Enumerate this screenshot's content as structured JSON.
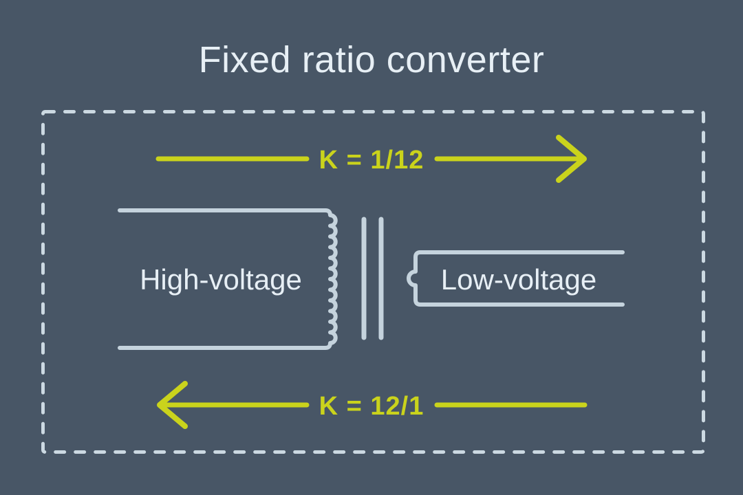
{
  "title": "Fixed ratio converter",
  "diagram": {
    "top_arrow": {
      "label": "K = 1/12",
      "direction": "right"
    },
    "bottom_arrow": {
      "label": "K = 12/1",
      "direction": "left"
    },
    "transformer": {
      "primary_label": "High-voltage",
      "secondary_label": "Low-voltage",
      "primary_winding_turns": 12,
      "secondary_winding_turns": 1
    }
  },
  "colors": {
    "background": "#485666",
    "text_light": "#e7eff5",
    "line_light": "#c5d3dd",
    "dash_border": "#ccd9e2",
    "accent_yellow": "#cad31c"
  }
}
